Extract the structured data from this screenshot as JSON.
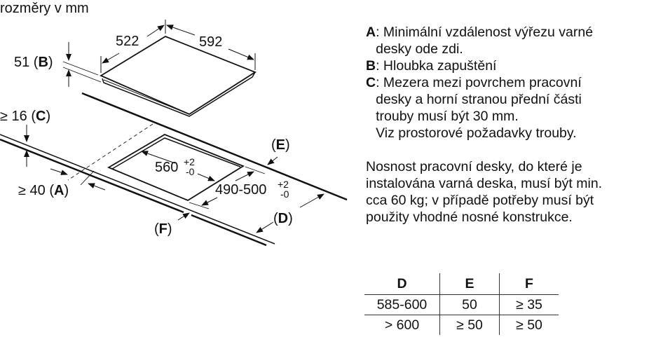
{
  "diagram": {
    "units_label": "rozměry v mm",
    "hob_depth": "522",
    "hob_width": "592",
    "b_value": "51",
    "b_letter": "B",
    "c_value": "≥ 16",
    "c_letter": "C",
    "a_value": "≥ 40",
    "a_letter": "A",
    "cutout_width": "560",
    "cutout_width_tol_plus": "+2",
    "cutout_width_tol_minus": "-0",
    "cutout_depth": "490-500",
    "cutout_depth_tol_plus": "+2",
    "cutout_depth_tol_minus": "-0",
    "e_letter": "E",
    "d_letter": "D",
    "f_letter": "F"
  },
  "notes": [
    {
      "key": "A",
      "text": ": Minimální vzdálenost výřezu varné\n  desky ode zdi."
    },
    {
      "key": "B",
      "text": ": Hloubka zapuštění"
    },
    {
      "key": "C",
      "text": ": Mezera mezi povrchem pracovní\n  desky a horní stranou přední části\n  trouby musí být 30 mm.\n  Viz prostorové požadavky trouby."
    }
  ],
  "paragraph": "Nosnost pracovní desky, do které je\ninstalována varná deska, musí být min.\ncca 60 kg; v případě potřeby musí být\npoužity vhodné nosné konstrukce.",
  "table": {
    "headers": [
      "D",
      "E",
      "F"
    ],
    "rows": [
      [
        "585-600",
        "50",
        "≥ 35"
      ],
      [
        "> 600",
        "≥ 50",
        "≥ 50"
      ]
    ]
  }
}
